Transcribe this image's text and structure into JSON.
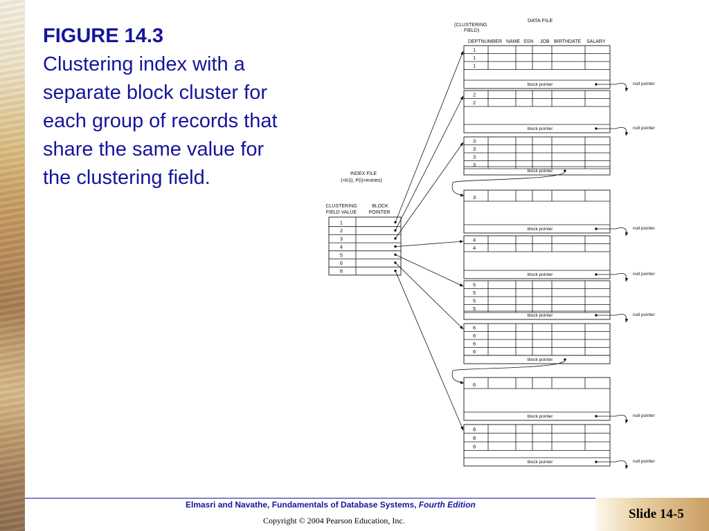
{
  "figure": {
    "number": "FIGURE 14.3",
    "caption": "Clustering index with a separate block cluster for each group of records that share the same value for the clustering field."
  },
  "diagram": {
    "data_file_label": "DATA FILE",
    "clustering_field_label": [
      "(CLUSTERING",
      "FIELD)"
    ],
    "columns": [
      "DEPTNUMBER",
      "NAME",
      "SSN",
      "JOB",
      "BIRTHDATE",
      "SALARY"
    ],
    "index_file_label": [
      "INDEX FILE",
      "(<K(i), P(i)>entries)"
    ],
    "index_headers": [
      [
        "CLUSTERING",
        "FIELD VALUE"
      ],
      [
        "BLOCK",
        "POINTER"
      ]
    ],
    "index_values": [
      "1",
      "2",
      "3",
      "4",
      "5",
      "6",
      "8"
    ],
    "block_pointer_label": "block pointer",
    "null_pointer_label": "null pointer",
    "blocks": [
      {
        "values": [
          "1",
          "1",
          "1"
        ],
        "chained": false
      },
      {
        "values": [
          "2",
          "2"
        ],
        "chained": false
      },
      {
        "values": [
          "3",
          "3",
          "3",
          "3"
        ],
        "chained": true
      },
      {
        "values": [
          "3"
        ],
        "chained": false
      },
      {
        "values": [
          "4",
          "4"
        ],
        "chained": false
      },
      {
        "values": [
          "5",
          "5",
          "5",
          "5"
        ],
        "chained": false
      },
      {
        "values": [
          "6",
          "6",
          "6",
          "6"
        ],
        "chained": true
      },
      {
        "values": [
          "6"
        ],
        "chained": false
      },
      {
        "values": [
          "8",
          "8",
          "8"
        ],
        "chained": false
      }
    ],
    "index_targets": [
      0,
      1,
      2,
      4,
      5,
      6,
      8
    ]
  },
  "footer": {
    "book": "Elmasri and Navathe, Fundamentals of Database Systems, ",
    "edition": "Fourth Edition",
    "copyright": "Copyright © 2004 Pearson Education, Inc.",
    "slide": "Slide 14-5"
  }
}
